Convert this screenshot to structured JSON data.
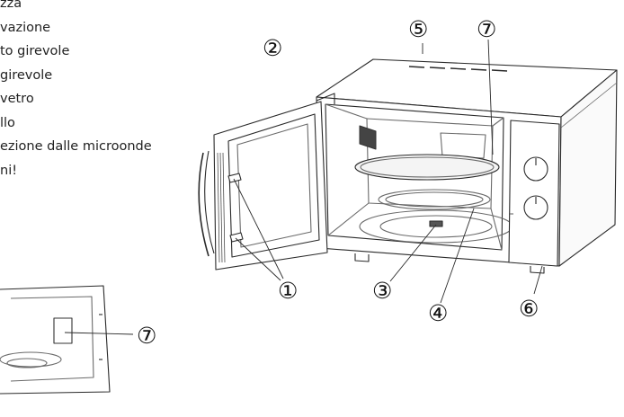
{
  "legend": {
    "items": [
      "zza",
      "vazione",
      "to girevole",
      "girevole",
      "vetro",
      "llo",
      "ezione dalle microonde",
      "ni!"
    ]
  },
  "callouts": {
    "c1": "①",
    "c2": "②",
    "c3": "③",
    "c4": "④",
    "c5": "⑤",
    "c6": "⑥",
    "c7": "⑦",
    "c7_inset": "⑦"
  },
  "colors": {
    "line": "#2a2a2a",
    "light_line": "#6a6a6a",
    "fill_dark": "#333333"
  }
}
